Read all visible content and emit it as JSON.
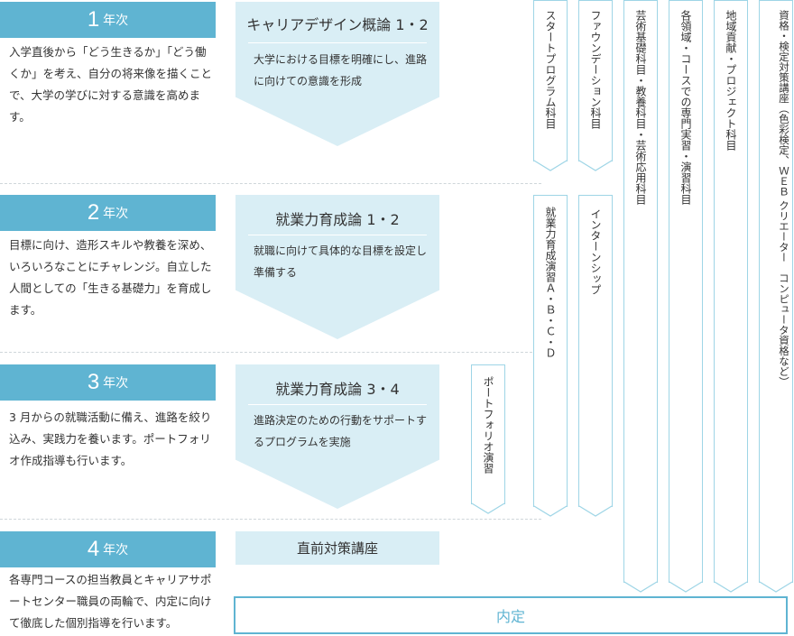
{
  "years": [
    {
      "num": "1",
      "label": "年次",
      "desc": "入学直後から「どう生きるか」「どう働くか」を考え、自分の将来像を描くことで、大学の学びに対する意識を高めます。"
    },
    {
      "num": "2",
      "label": "年次",
      "desc": "目標に向け、造形スキルや教養を深め、いろいろなことにチャレンジ。自立した人間としての「生きる基礎力」を育成します。"
    },
    {
      "num": "3",
      "label": "年次",
      "desc": "3 月からの就職活動に備え、進路を絞り込み、実践力を養います。ポートフォリオ作成指導も行います。"
    },
    {
      "num": "4",
      "label": "年次",
      "desc": "各専門コースの担当教員とキャリアサポートセンター職員の両輪で、内定に向けて徹底した個別指導を行います。"
    }
  ],
  "courses": [
    {
      "title": "キャリアデザイン概論 1・2",
      "desc": "大学における目標を明確にし、進路に向けての意識を形成"
    },
    {
      "title": "就業力育成論 1・2",
      "desc": "就職に向けて具体的な目標を設定し準備する"
    },
    {
      "title": "就業力育成論 3・4",
      "desc": "進路決定のための行動をサポートするプログラムを実施"
    },
    {
      "title": "直前対策講座"
    }
  ],
  "columns": {
    "start": "スタートプログラム科目",
    "foundation": "ファウンデーション科目",
    "geijutsu": "芸術基礎科目・教養科目・芸術応用科目",
    "ryoiki": "各領域・コースでの専門実習・演習科目",
    "chiiki": "地域貢献・プロジェクト科目",
    "shikaku": "資格・検定対策講座（色彩検定、ＷＥＢ クリエーター　コンピュータ資格など）",
    "shugyo_enshu": "就業力育成演習Ａ・Ｂ・Ｃ・Ｄ",
    "intern": "インターンシップ",
    "portfolio": "ポートフォリオ演習"
  },
  "final": "内定",
  "colors": {
    "accent": "#5fb4d2",
    "chevron": "#d9eef5",
    "column_border": "#9ed5e6"
  }
}
